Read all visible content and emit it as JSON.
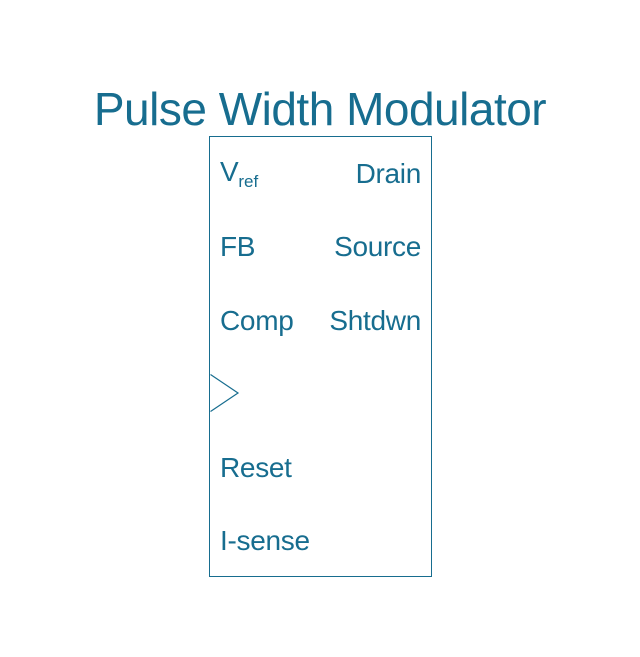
{
  "title": "Pulse Width Modulator",
  "colors": {
    "accent": "#176D8F",
    "background": "#FFFFFF"
  },
  "component": {
    "name": "pulse-width-modulator",
    "icons": {
      "clock_input": "right-pointing-triangle-outline"
    },
    "pins": {
      "rows": [
        {
          "left": "V",
          "left_sub": "ref",
          "right": "Drain"
        },
        {
          "left": "FB",
          "right": "Source"
        },
        {
          "left": "Comp",
          "right": "Shtdwn"
        },
        {
          "clock": true
        },
        {
          "left": "Reset"
        },
        {
          "left": "I-sense"
        }
      ]
    }
  }
}
